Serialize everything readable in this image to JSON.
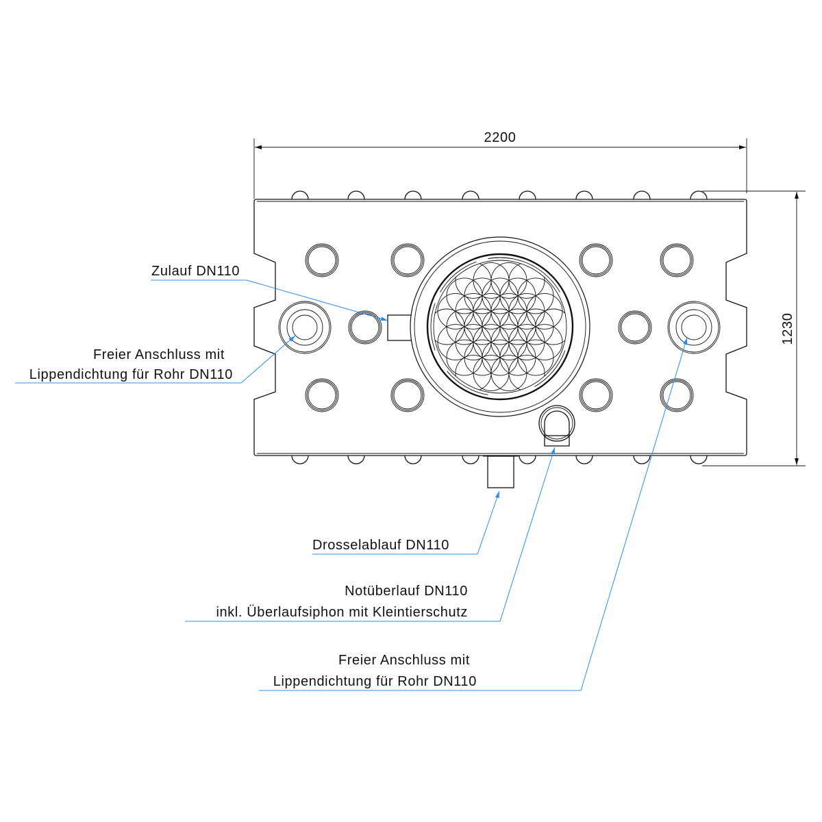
{
  "dimensions": {
    "width": "2200",
    "height": "1230"
  },
  "callouts": {
    "zulauf": "Zulauf DN110",
    "freier_left_1": "Freier Anschluss mit",
    "freier_left_2": "Lippendichtung für Rohr DN110",
    "drossel": "Drosselablauf DN110",
    "notueberlauf_1": "Notüberlauf DN110",
    "notueberlauf_2": "inkl. Überlaufsiphon mit Kleintierschutz",
    "freier_right_1": "Freier Anschluss mit",
    "freier_right_2": "Lippendichtung für Rohr DN110"
  },
  "colors": {
    "line": "#111111",
    "callout": "#2a8cf0"
  }
}
